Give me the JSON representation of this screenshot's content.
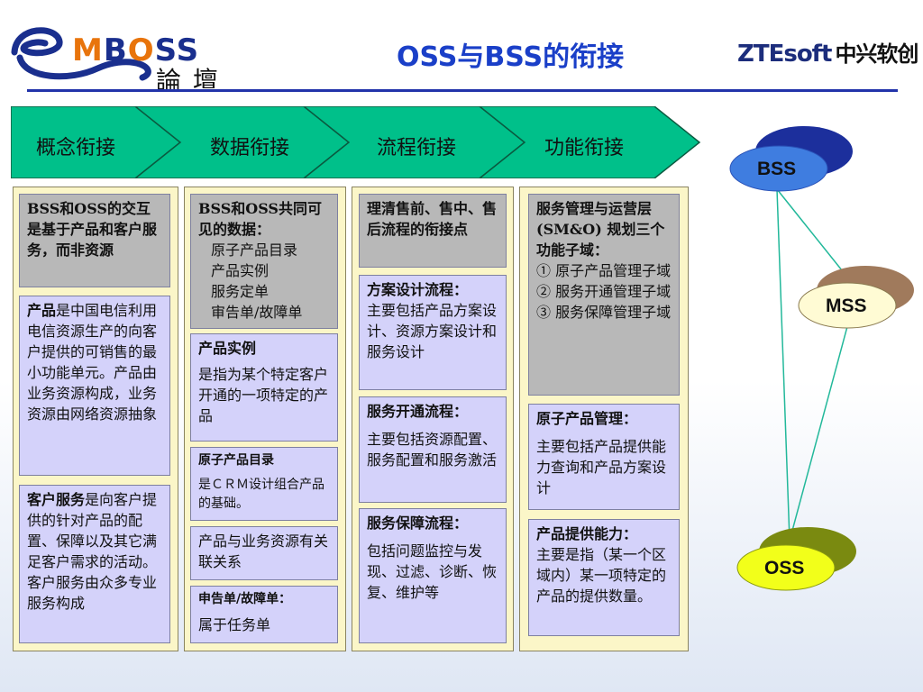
{
  "header": {
    "logo_m": "M",
    "logo_b": "B",
    "logo_o": "O",
    "logo_ss": "SS",
    "logo_sub": "論 壇",
    "title": "OSS与BSS的衔接",
    "brand": "ZTEsoft",
    "brand_cn": "中兴软创"
  },
  "stages": [
    "概念衔接",
    "数据衔接",
    "流程衔接",
    "功能衔接"
  ],
  "columns": [
    {
      "header": "BSS和OSS的交互是基于产品和客户服务，而非资源",
      "blocks": [
        {
          "title": "产品",
          "text": "是中国电信利用电信资源生产的向客户提供的可销售的最小功能单元。产品由业务资源构成，业务资源由网络资源抽象"
        },
        {
          "title": "客户服务",
          "text": "是向客户提供的针对产品的配置、保障以及其它满足客户需求的活动。客户服务由众多专业服务构成"
        }
      ]
    },
    {
      "header": "BSS和OSS共同可见的数据：",
      "header_items": [
        "原子产品目录",
        "产品实例",
        "服务定单",
        "审告单/故障单"
      ],
      "blocks": [
        {
          "title": "产品实例",
          "text": "是指为某个特定客户开通的一项特定的产品"
        },
        {
          "title": "原子产品目录",
          "text": "是ＣＲＭ设计组合产品的基础。"
        },
        {
          "title": "",
          "text": "产品与业务资源有关联关系"
        },
        {
          "title": "申告单/故障单：",
          "text": "属于任务单"
        }
      ]
    },
    {
      "header": "理清售前、售中、售后流程的衔接点",
      "blocks": [
        {
          "title": "方案设计流程：",
          "text": "主要包括产品方案设计、资源方案设计和服务设计"
        },
        {
          "title": "服务开通流程：",
          "text": "主要包括资源配置、服务配置和服务激活"
        },
        {
          "title": "服务保障流程：",
          "text": "包括问题监控与发现、过滤、诊断、恢复、维护等"
        }
      ]
    },
    {
      "header": "服务管理与运营层(SM&O) 规划三个功能子域：",
      "header_items": [
        "① 原子产品管理子域",
        "② 服务开通管理子域",
        "③ 服务保障管理子域"
      ],
      "blocks": [
        {
          "title": "原子产品管理：",
          "text": "主要包括产品提供能力查询和产品方案设计"
        },
        {
          "title": "产品提供能力：",
          "text": "主要是指（某一个区域内）某一项特定的产品的提供数量。"
        }
      ]
    }
  ],
  "systems": [
    "BSS",
    "MSS",
    "OSS"
  ],
  "colors": {
    "title_blue": "#1a3fc8",
    "arrow_green": "#00c08a",
    "bss_blue": "#3f7de0",
    "mss_cream": "#fffbd4",
    "oss_yellow": "#f2ff1a",
    "connector": "#22b89a"
  }
}
